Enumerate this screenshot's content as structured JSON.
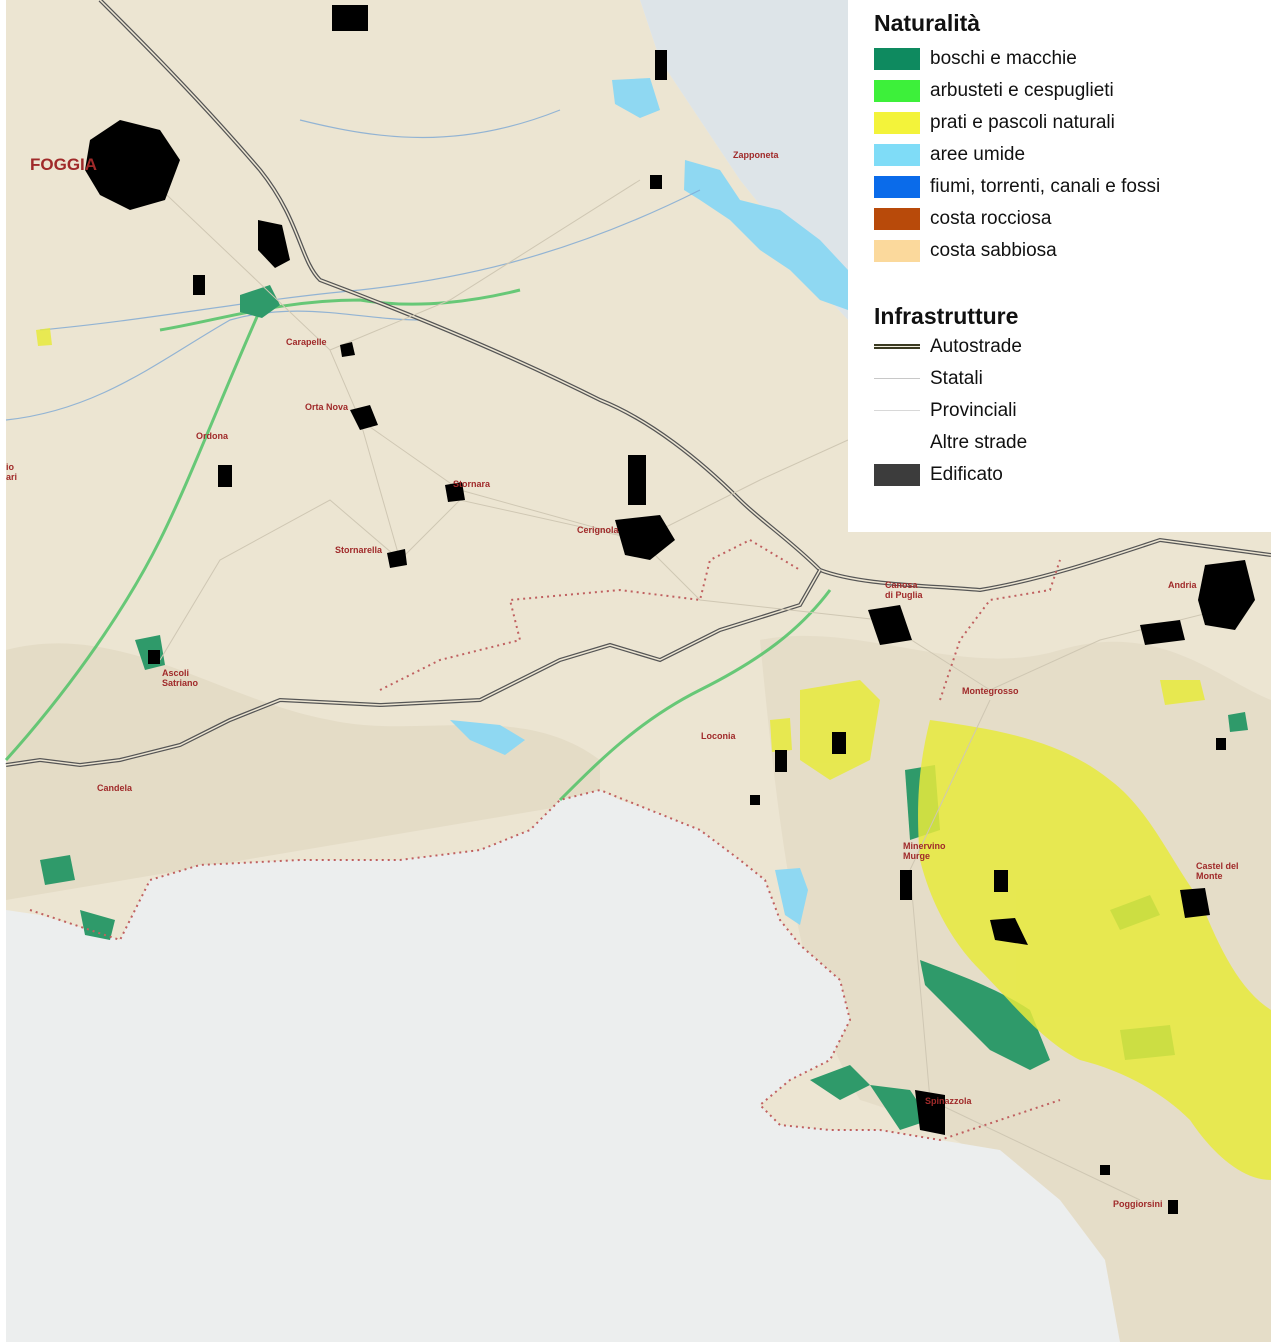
{
  "legend": {
    "naturalita": {
      "title": "Naturalità",
      "items": [
        {
          "label": "boschi e macchie",
          "color": "#0e8a5f"
        },
        {
          "label": "arbusteti e cespuglieti",
          "color": "#3df03a"
        },
        {
          "label": "prati e pascoli naturali",
          "color": "#f3f33a"
        },
        {
          "label": "aree umide",
          "color": "#7fdcf7"
        },
        {
          "label": "fiumi, torrenti, canali e fossi",
          "color": "#0a6bea"
        },
        {
          "label": "costa rocciosa",
          "color": "#b84a0a"
        },
        {
          "label": "costa sabbiosa",
          "color": "#fbd99c"
        }
      ]
    },
    "infrastrutture": {
      "title": "Infrastrutture",
      "items": [
        {
          "label": "Autostrade",
          "style": "double-line"
        },
        {
          "label": "Statali",
          "style": "thin-line"
        },
        {
          "label": "Provinciali",
          "style": "thin-line"
        },
        {
          "label": "Altre strade",
          "style": "none"
        },
        {
          "label": "Edificato",
          "color": "#3c3c3c"
        }
      ]
    }
  },
  "places": [
    {
      "name": "FOGGIA",
      "size": "large"
    },
    {
      "name": "Zapponeta"
    },
    {
      "name": "Carapelle"
    },
    {
      "name": "Orta Nova"
    },
    {
      "name": "Ordona"
    },
    {
      "name": "Stornara"
    },
    {
      "name": "Cerignola"
    },
    {
      "name": "Stornarella"
    },
    {
      "name": "Canosa"
    },
    {
      "name": "di Puglia"
    },
    {
      "name": "Andria"
    },
    {
      "name": "Montegrosso"
    },
    {
      "name": "Ascoli"
    },
    {
      "name": "Satriano"
    },
    {
      "name": "Loconia"
    },
    {
      "name": "Candela"
    },
    {
      "name": "Minervino"
    },
    {
      "name": "Murge"
    },
    {
      "name": "Castel del"
    },
    {
      "name": "Monte"
    },
    {
      "name": "Spinazzola"
    },
    {
      "name": "Poggiorsini"
    },
    {
      "name": "io"
    },
    {
      "name": "ari"
    }
  ],
  "colors": {
    "land": "#ece5d2",
    "outside": "#eceeee",
    "sea": "#dfe6ea",
    "built": "#000000",
    "border": "#c06060"
  }
}
